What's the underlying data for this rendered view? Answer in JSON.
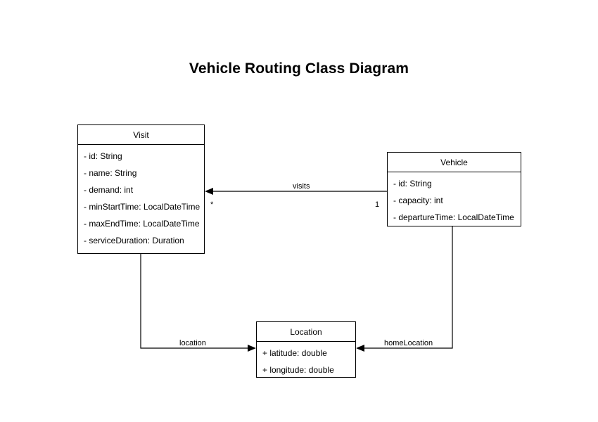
{
  "diagram": {
    "title": "Vehicle Routing Class Diagram",
    "type": "uml-class-diagram",
    "background_color": "#ffffff",
    "line_color": "#000000",
    "text_color": "#000000",
    "classes": [
      {
        "name": "Visit",
        "attributes": [
          "- id: String",
          "- name: String",
          "- demand: int",
          "- minStartTime: LocalDateTime",
          "- maxEndTime: LocalDateTime",
          "- serviceDuration: Duration"
        ]
      },
      {
        "name": "Vehicle",
        "attributes": [
          "- id: String",
          "- capacity: int",
          "- departureTime: LocalDateTime"
        ]
      },
      {
        "name": "Location",
        "attributes": [
          "+ latitude: double",
          "+ longitude: double"
        ]
      }
    ],
    "relationships": [
      {
        "label": "visits",
        "from": "Vehicle",
        "to": "Visit",
        "source_multiplicity": "1",
        "target_multiplicity": "*"
      },
      {
        "label": "location",
        "from": "Visit",
        "to": "Location",
        "source_multiplicity": "",
        "target_multiplicity": ""
      },
      {
        "label": "homeLocation",
        "from": "Vehicle",
        "to": "Location",
        "source_multiplicity": "",
        "target_multiplicity": ""
      }
    ]
  }
}
